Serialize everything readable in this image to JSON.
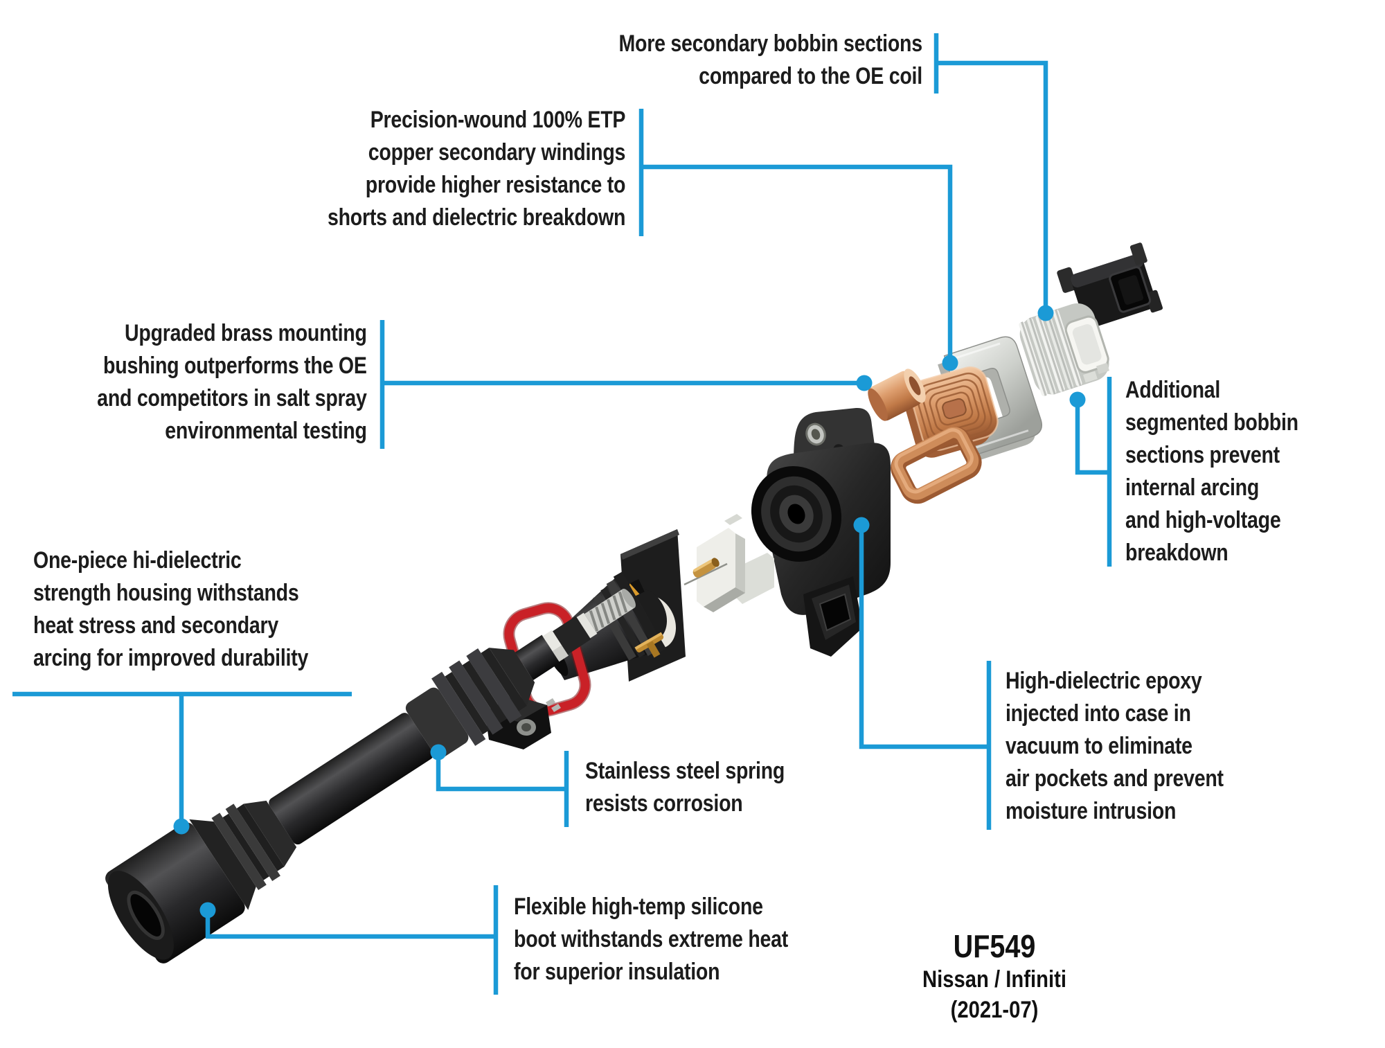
{
  "colors": {
    "callout_blue": "#1b9ad6",
    "highlight_red": "#c92127"
  },
  "callouts": {
    "more_bobbin": {
      "text": "More secondary bobbin sections\ncompared to the OE coil"
    },
    "precision_windings": {
      "text": "Precision-wound 100% ETP\ncopper secondary windings\nprovide higher resistance to\nshorts and dielectric breakdown"
    },
    "brass_bushing": {
      "text": "Upgraded brass mounting\nbushing outperforms the OE\nand competitors in salt spray\nenvironmental testing"
    },
    "housing": {
      "text": "One-piece hi-dielectric\nstrength housing withstands\nheat stress and secondary\narcing for improved durability"
    },
    "spring": {
      "text": "Stainless steel spring\nresists corrosion"
    },
    "boot": {
      "text": "Flexible high-temp silicone\nboot withstands extreme heat\nfor superior insulation"
    },
    "epoxy": {
      "text": "High-dielectric epoxy\ninjected into case in\nvacuum to eliminate\nair pockets and prevent\nmoisture intrusion"
    },
    "bobbin_sections": {
      "text": "Additional\nsegmented bobbin\nsections prevent\ninternal arcing\nand high-voltage\nbreakdown"
    }
  },
  "footer": {
    "part_number": "UF549",
    "application": "Nissan / Infiniti",
    "date_range": "(2021-07)"
  }
}
